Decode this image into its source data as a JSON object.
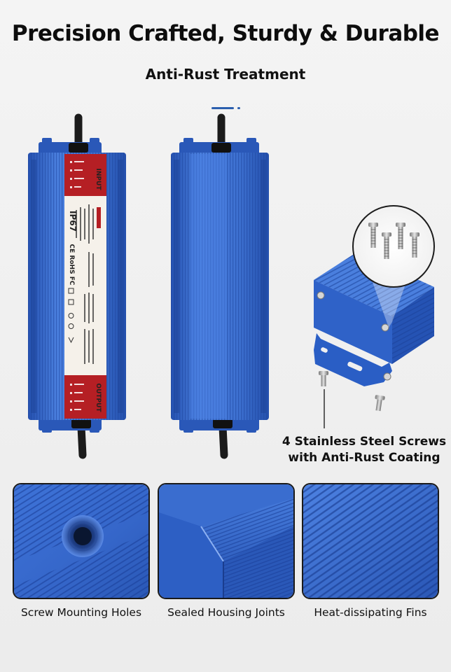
{
  "header": {
    "title": "Precision Crafted, Sturdy & Durable",
    "subtitle": "Anti-Rust Treatment"
  },
  "product_label": {
    "input_text": "INPUT",
    "output_text": "OUTPUT",
    "ip_rating": "IP67",
    "cert_marks": "CE RoHS FC"
  },
  "screws_callout": {
    "line1": "4 Stainless Steel Screws",
    "line2": "with Anti-Rust Coating"
  },
  "detail_panels": [
    {
      "label": "Screw Mounting Holes"
    },
    {
      "label": "Sealed Housing Joints"
    },
    {
      "label": "Heat-dissipating Fins"
    }
  ],
  "colors": {
    "housing_blue": "#3a6fd0",
    "housing_dark": "#1f4aa3",
    "label_red": "#b51f24",
    "accent": "#2b5fae"
  }
}
